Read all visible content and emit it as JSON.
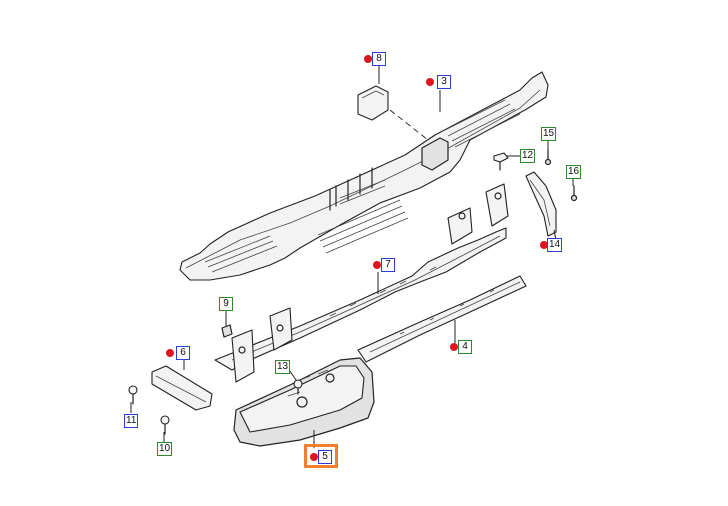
{
  "callouts": [
    {
      "id": "c8",
      "label": "8",
      "frame": "blue"
    },
    {
      "id": "c3",
      "label": "3",
      "frame": "blue"
    },
    {
      "id": "c15",
      "label": "15",
      "frame": "green"
    },
    {
      "id": "c12",
      "label": "12",
      "frame": "green"
    },
    {
      "id": "c16",
      "label": "16",
      "frame": "green"
    },
    {
      "id": "c14",
      "label": "14",
      "frame": "blue"
    },
    {
      "id": "c7",
      "label": "7",
      "frame": "blue"
    },
    {
      "id": "c9",
      "label": "9",
      "frame": "green"
    },
    {
      "id": "c4",
      "label": "4",
      "frame": "green"
    },
    {
      "id": "c6",
      "label": "6",
      "frame": "blue"
    },
    {
      "id": "c13",
      "label": "13",
      "frame": "green"
    },
    {
      "id": "c11",
      "label": "11",
      "frame": "blue"
    },
    {
      "id": "c10",
      "label": "10",
      "frame": "green"
    },
    {
      "id": "c5",
      "label": "5",
      "frame": "blue",
      "selected": true
    }
  ],
  "colors": {
    "frame_blue": "#2b3fd6",
    "frame_green": "#2c8a2c",
    "marker_red": "#e0141e",
    "selection_orange": "#f08030"
  }
}
